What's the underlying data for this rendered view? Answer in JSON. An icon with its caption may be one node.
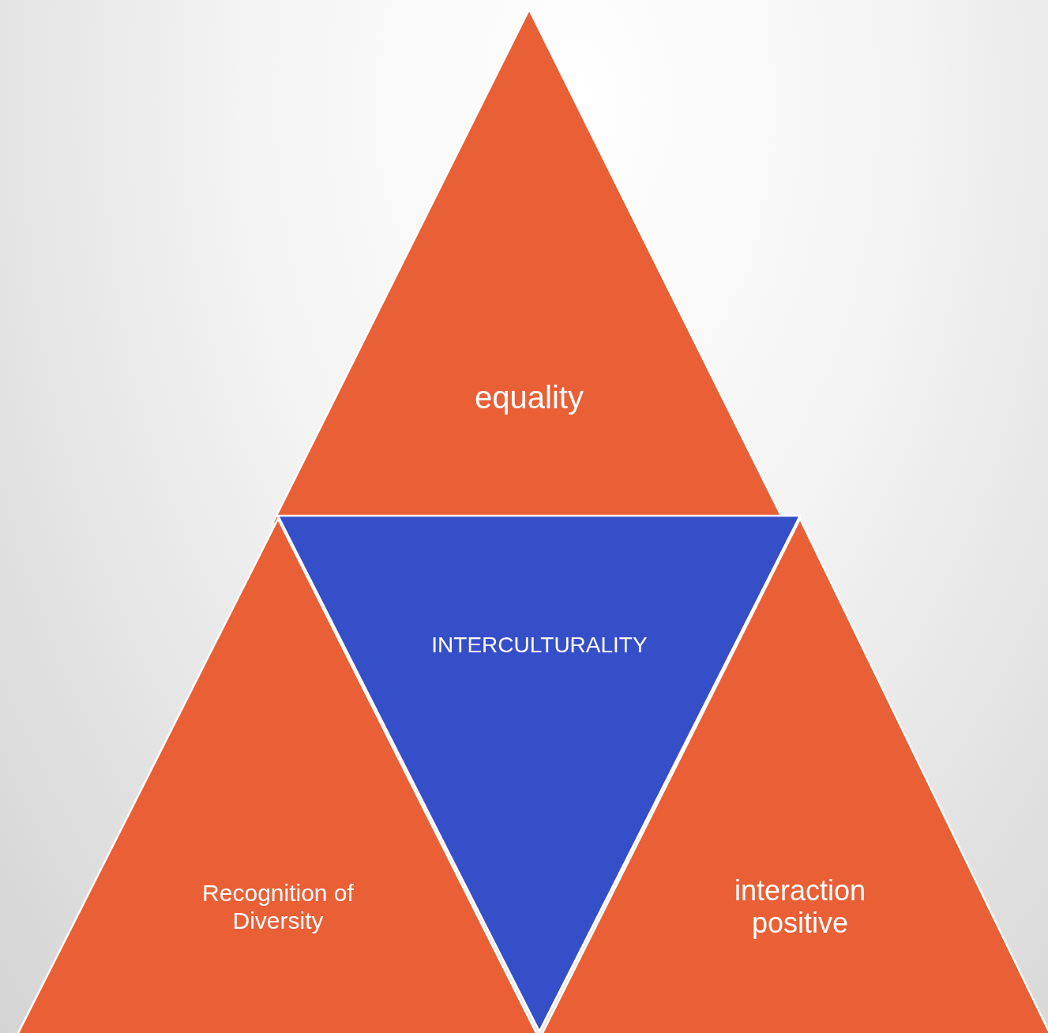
{
  "diagram": {
    "nodes": [
      {
        "text": [
          "equality"
        ]
      },
      {
        "text": [
          "INTERCULTURALITY"
        ]
      },
      {
        "text": [
          "Recognition of Diversity"
        ]
      },
      {
        "text": [
          "interaction positive"
        ]
      }
    ]
  }
}
